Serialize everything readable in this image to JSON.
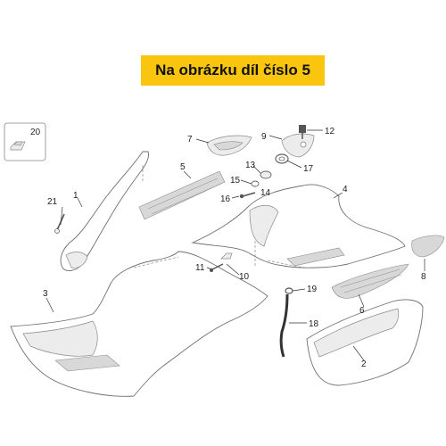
{
  "banner": {
    "text": "Na obrázku díl číslo 5",
    "color": "#f9c50e"
  },
  "callouts": {
    "c1": "1",
    "c2": "2",
    "c3": "3",
    "c4": "4",
    "c5": "5",
    "c6": "6",
    "c7": "7",
    "c8": "8",
    "c9": "9",
    "c10": "10",
    "c11": "11",
    "c12": "12",
    "c13": "13",
    "c14": "14",
    "c15": "15",
    "c16": "16",
    "c17": "17",
    "c18": "18",
    "c19": "19",
    "c20": "20",
    "c21": "21"
  },
  "icons": {
    "clip_icon": "clip-icon"
  }
}
